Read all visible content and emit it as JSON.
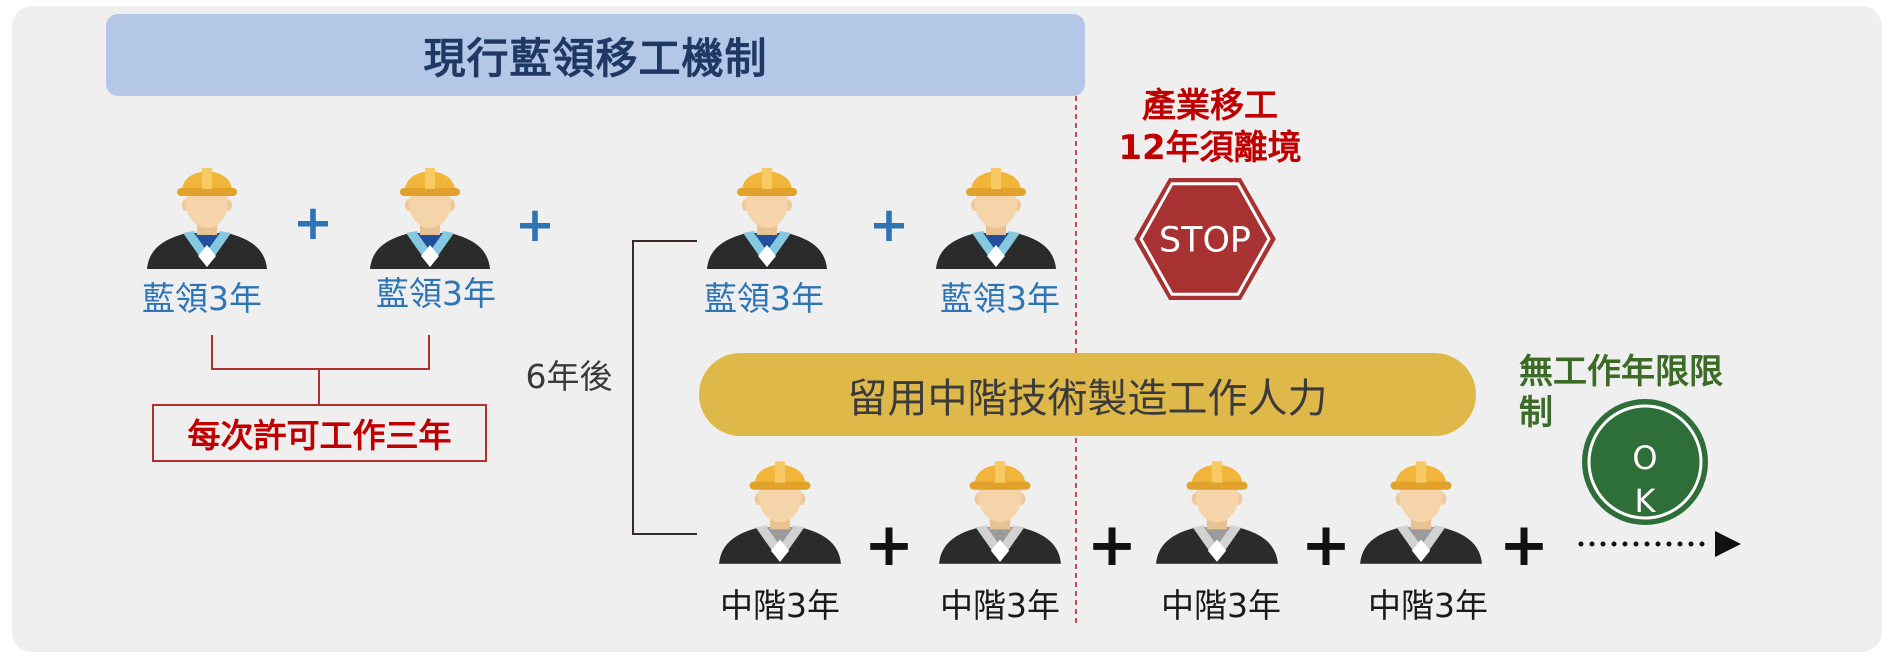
{
  "title": "現行藍領移工機制",
  "industry_exit": {
    "line1": "產業移工",
    "line2": "12年須離境"
  },
  "stop_sign": {
    "icon": "stop-sign-icon",
    "text": "STOP"
  },
  "blue_collar_row": {
    "plus": "+",
    "workers": [
      {
        "icon": "blue-collar-worker-icon",
        "label": "藍領3年"
      },
      {
        "icon": "blue-collar-worker-icon",
        "label": "藍領3年"
      },
      {
        "icon": "blue-collar-worker-icon",
        "label": "藍領3年"
      },
      {
        "icon": "blue-collar-worker-icon",
        "label": "藍領3年"
      }
    ]
  },
  "permit_note": "每次許可工作三年",
  "after_years": "6年後",
  "mid_level": {
    "banner": "留用中階技術製造工作人力",
    "plus": "+",
    "workers": [
      {
        "icon": "mid-level-worker-icon",
        "label": "中階3年"
      },
      {
        "icon": "mid-level-worker-icon",
        "label": "中階3年"
      },
      {
        "icon": "mid-level-worker-icon",
        "label": "中階3年"
      },
      {
        "icon": "mid-level-worker-icon",
        "label": "中階3年"
      }
    ]
  },
  "no_limit": {
    "text": "無工作年限限制",
    "badge": {
      "icon": "ok-badge-icon",
      "text": "OK"
    }
  },
  "continuation": {
    "icon": "dotted-arrow-icon"
  },
  "colors": {
    "panel": "#efefef",
    "title_bar": "#b4c7e7",
    "title_text": "#1f3864",
    "warning_red": "#c00000",
    "stop_fill": "#a83232",
    "blue_label": "#2e75b6",
    "banner_gold": "#dfb84a",
    "green_text": "#3b6b27",
    "ok_fill": "#2e6e38"
  }
}
